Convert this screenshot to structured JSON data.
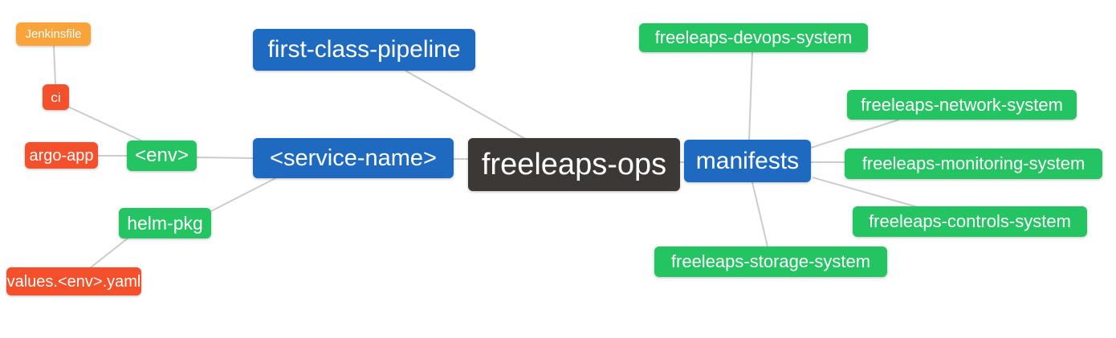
{
  "diagram": {
    "type": "mindmap",
    "root_id": "freeleaps_ops",
    "palette": {
      "blue": "#1E6AC1",
      "green": "#25C462",
      "orange": "#F9A43B",
      "red": "#F4502B",
      "dark": "#3B3835",
      "edge": "#CCCCCC",
      "background": "#FFFFFF",
      "text": "#FFFFFF"
    },
    "nodes": {
      "jenkinsfile": {
        "label": "Jenkinsfile",
        "color": "orange"
      },
      "ci": {
        "label": "ci",
        "color": "red"
      },
      "argo_app": {
        "label": "argo-app",
        "color": "red"
      },
      "env": {
        "label": "<env>",
        "color": "green"
      },
      "helm_pkg": {
        "label": "helm-pkg",
        "color": "green"
      },
      "values_env_yaml": {
        "label": "values.<env>.yaml",
        "color": "red"
      },
      "first_class_pipeline": {
        "label": "first-class-pipeline",
        "color": "blue"
      },
      "service_name": {
        "label": "<service-name>",
        "color": "blue"
      },
      "freeleaps_ops": {
        "label": "freeleaps-ops",
        "color": "dark"
      },
      "manifests": {
        "label": "manifests",
        "color": "blue"
      },
      "devops_system": {
        "label": "freeleaps-devops-system",
        "color": "green"
      },
      "network_system": {
        "label": "freeleaps-network-system",
        "color": "green"
      },
      "monitoring_system": {
        "label": "freeleaps-monitoring-system",
        "color": "green"
      },
      "controls_system": {
        "label": "freeleaps-controls-system",
        "color": "green"
      },
      "storage_system": {
        "label": "freeleaps-storage-system",
        "color": "green"
      }
    },
    "edges": [
      {
        "from": "jenkinsfile",
        "to": "ci"
      },
      {
        "from": "ci",
        "to": "env"
      },
      {
        "from": "argo_app",
        "to": "env"
      },
      {
        "from": "env",
        "to": "service_name"
      },
      {
        "from": "helm_pkg",
        "to": "service_name"
      },
      {
        "from": "values_env_yaml",
        "to": "helm_pkg"
      },
      {
        "from": "first_class_pipeline",
        "to": "freeleaps_ops"
      },
      {
        "from": "service_name",
        "to": "freeleaps_ops"
      },
      {
        "from": "freeleaps_ops",
        "to": "manifests"
      },
      {
        "from": "manifests",
        "to": "devops_system"
      },
      {
        "from": "manifests",
        "to": "network_system"
      },
      {
        "from": "manifests",
        "to": "monitoring_system"
      },
      {
        "from": "manifests",
        "to": "controls_system"
      },
      {
        "from": "manifests",
        "to": "storage_system"
      }
    ]
  }
}
